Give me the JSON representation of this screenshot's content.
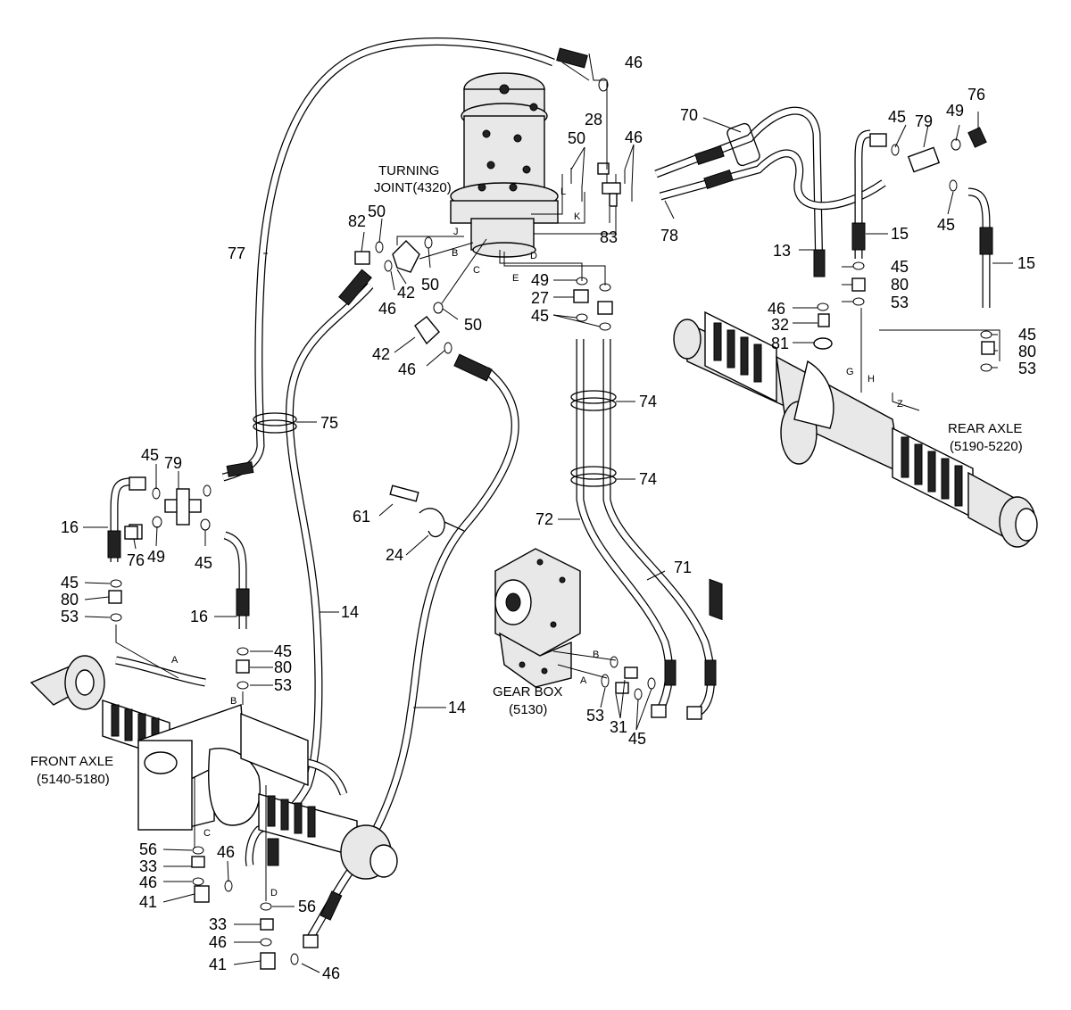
{
  "captions": {
    "turning_joint_1": "TURNING",
    "turning_joint_2": "JOINT(4320)",
    "rear_axle_1": "REAR AXLE",
    "rear_axle_2": "(5190-5220)",
    "front_axle_1": "FRONT AXLE",
    "front_axle_2": "(5140-5180)",
    "gear_box_1": "GEAR BOX",
    "gear_box_2": "(5130)"
  },
  "part_numbers": {
    "p46_top": "46",
    "p70": "70",
    "p28": "28",
    "p50_top": "50",
    "p46_mid": "46",
    "p45_r1": "45",
    "p79_r": "79",
    "p49_r": "49",
    "p76_r": "76",
    "p50_left": "50",
    "p82": "82",
    "p83": "83",
    "p78": "78",
    "p45_r2": "45",
    "p13": "13",
    "p15_a": "15",
    "p15_b": "15",
    "p77": "77",
    "p42_a": "42",
    "p50_b": "50",
    "p46_b": "46",
    "p49_m": "49",
    "p27": "27",
    "p45_m": "45",
    "p50_c": "50",
    "p42_b": "42",
    "p46_c": "46",
    "p45_r3": "45",
    "p80_r": "80",
    "p53_r": "53",
    "p46_r": "46",
    "p32": "32",
    "p81": "81",
    "p45_r4": "45",
    "p80_r2": "80",
    "p53_r2": "53",
    "p74_a": "74",
    "p75": "75",
    "p74_b": "74",
    "p45_l": "45",
    "p79_l": "79",
    "p16_a": "16",
    "p76_l": "76",
    "p49_l": "49",
    "p45_l2": "45",
    "p61": "61",
    "p72": "72",
    "p24": "24",
    "p71": "71",
    "p45_l3": "45",
    "p80_l": "80",
    "p53_l": "53",
    "p16_b": "16",
    "p14_a": "14",
    "p45_l4": "45",
    "p80_l2": "80",
    "p53_l2": "53",
    "p14_b": "14",
    "p53_g": "53",
    "p31": "31",
    "p45_g": "45",
    "p56_a": "56",
    "p33_a": "33",
    "p46_l": "46",
    "p46_l2": "46",
    "p41_a": "41",
    "p56_b": "56",
    "p33_b": "33",
    "p46_l3": "46",
    "p41_b": "41",
    "p46_l4": "46"
  },
  "port_tags": {
    "J": "J",
    "B": "B",
    "C": "C",
    "D": "D",
    "E": "E",
    "L": "L",
    "K": "K",
    "G": "G",
    "H": "H",
    "Z": "Z",
    "fa_A": "A",
    "fa_B": "B",
    "fa_C": "C",
    "fa_D": "D",
    "gb_A": "A",
    "gb_B": "B"
  }
}
